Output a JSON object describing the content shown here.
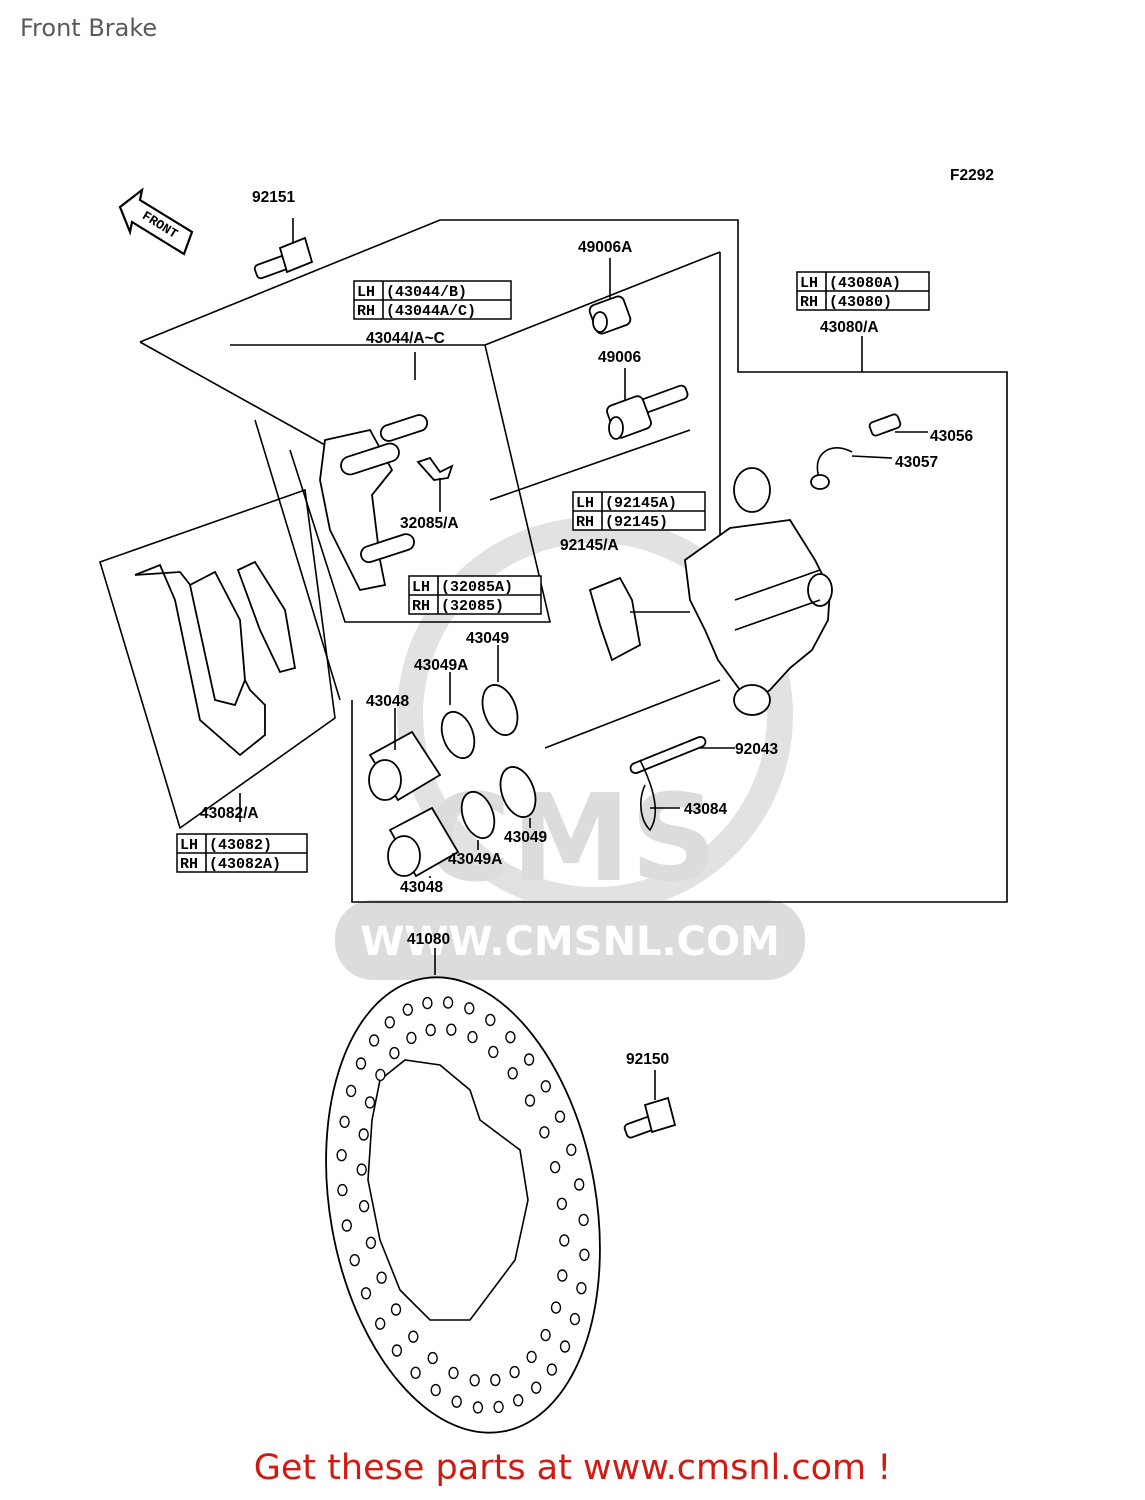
{
  "page_title": "Front Brake",
  "figure_code": "F2292",
  "front_arrow_label": "FRONT",
  "watermark": {
    "logo_text": "CMS",
    "url_text": "WWW.CMSNL.COM"
  },
  "part_labels": {
    "p92151": "92151",
    "p49006A": "49006A",
    "p49006": "49006",
    "p43044": "43044/A~C",
    "p32085": "32085/A",
    "p92145": "92145/A",
    "p43080": "43080/A",
    "p43056": "43056",
    "p43057": "43057",
    "p43049_top": "43049",
    "p43049A_top": "43049A",
    "p43048_top": "43048",
    "p92043": "92043",
    "p43084": "43084",
    "p43049_bot": "43049",
    "p43049A_bot": "43049A",
    "p43048_bot": "43048",
    "p43082": "43082/A",
    "p41080": "41080",
    "p92150": "92150"
  },
  "variant_boxes": {
    "b43044": {
      "lh_side": "LH",
      "lh_part": "(43044/B)",
      "rh_side": "RH",
      "rh_part": "(43044A/C)"
    },
    "b43080": {
      "lh_side": "LH",
      "lh_part": "(43080A)",
      "rh_side": "RH",
      "rh_part": "(43080)"
    },
    "b92145": {
      "lh_side": "LH",
      "lh_part": "(92145A)",
      "rh_side": "RH",
      "rh_part": "(92145)"
    },
    "b32085": {
      "lh_side": "LH",
      "lh_part": "(32085A)",
      "rh_side": "RH",
      "rh_part": "(32085)"
    },
    "b43082": {
      "lh_side": "LH",
      "lh_part": "(43082)",
      "rh_side": "RH",
      "rh_part": "(43082A)"
    }
  },
  "cta_text": "Get these parts at www.cmsnl.com !",
  "colors": {
    "cta": "#d11a12",
    "title": "#5a5a5a",
    "watermark": "#dcdcdc"
  }
}
